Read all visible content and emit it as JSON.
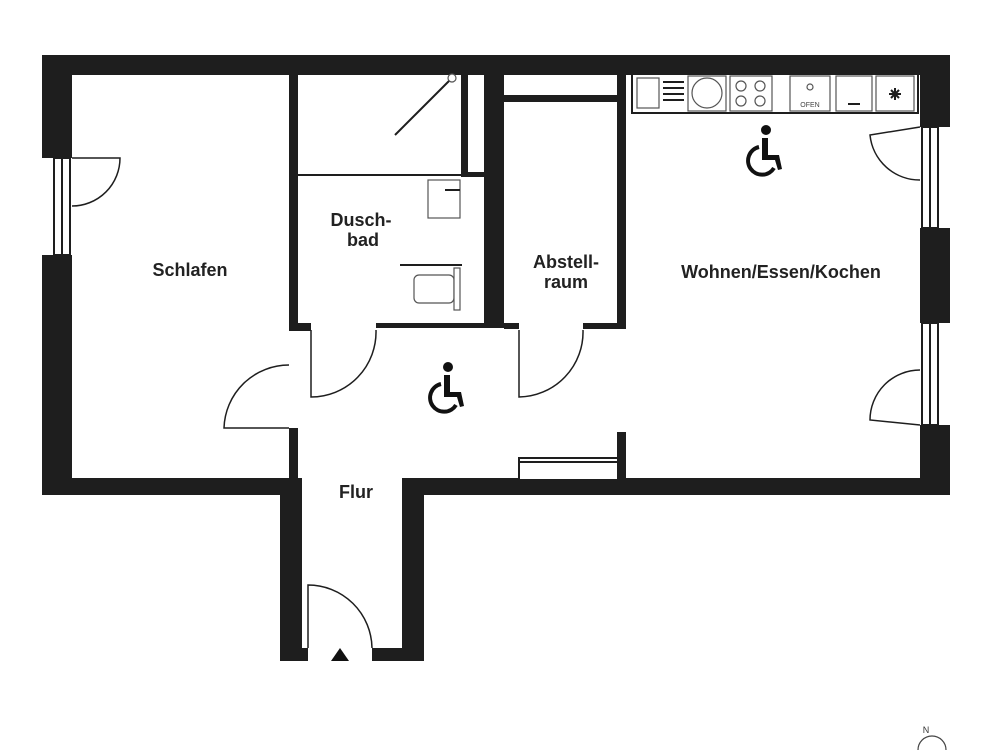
{
  "rooms": {
    "schlafen": "Schlafen",
    "duschbad_line1": "Dusch-",
    "duschbad_line2": "bad",
    "abstell_line1": "Abstell-",
    "abstell_line2": "raum",
    "wohnen": "Wohnen/Essen/Kochen",
    "flur": "Flur"
  },
  "kitchen": {
    "oven_label": "OFEN"
  },
  "compass": {
    "north": "N"
  },
  "icons": [
    "wheelchair-icon",
    "entrance-arrow-icon",
    "kitchen-sink-icon",
    "stove-icon",
    "oven-icon",
    "fridge-icon"
  ]
}
